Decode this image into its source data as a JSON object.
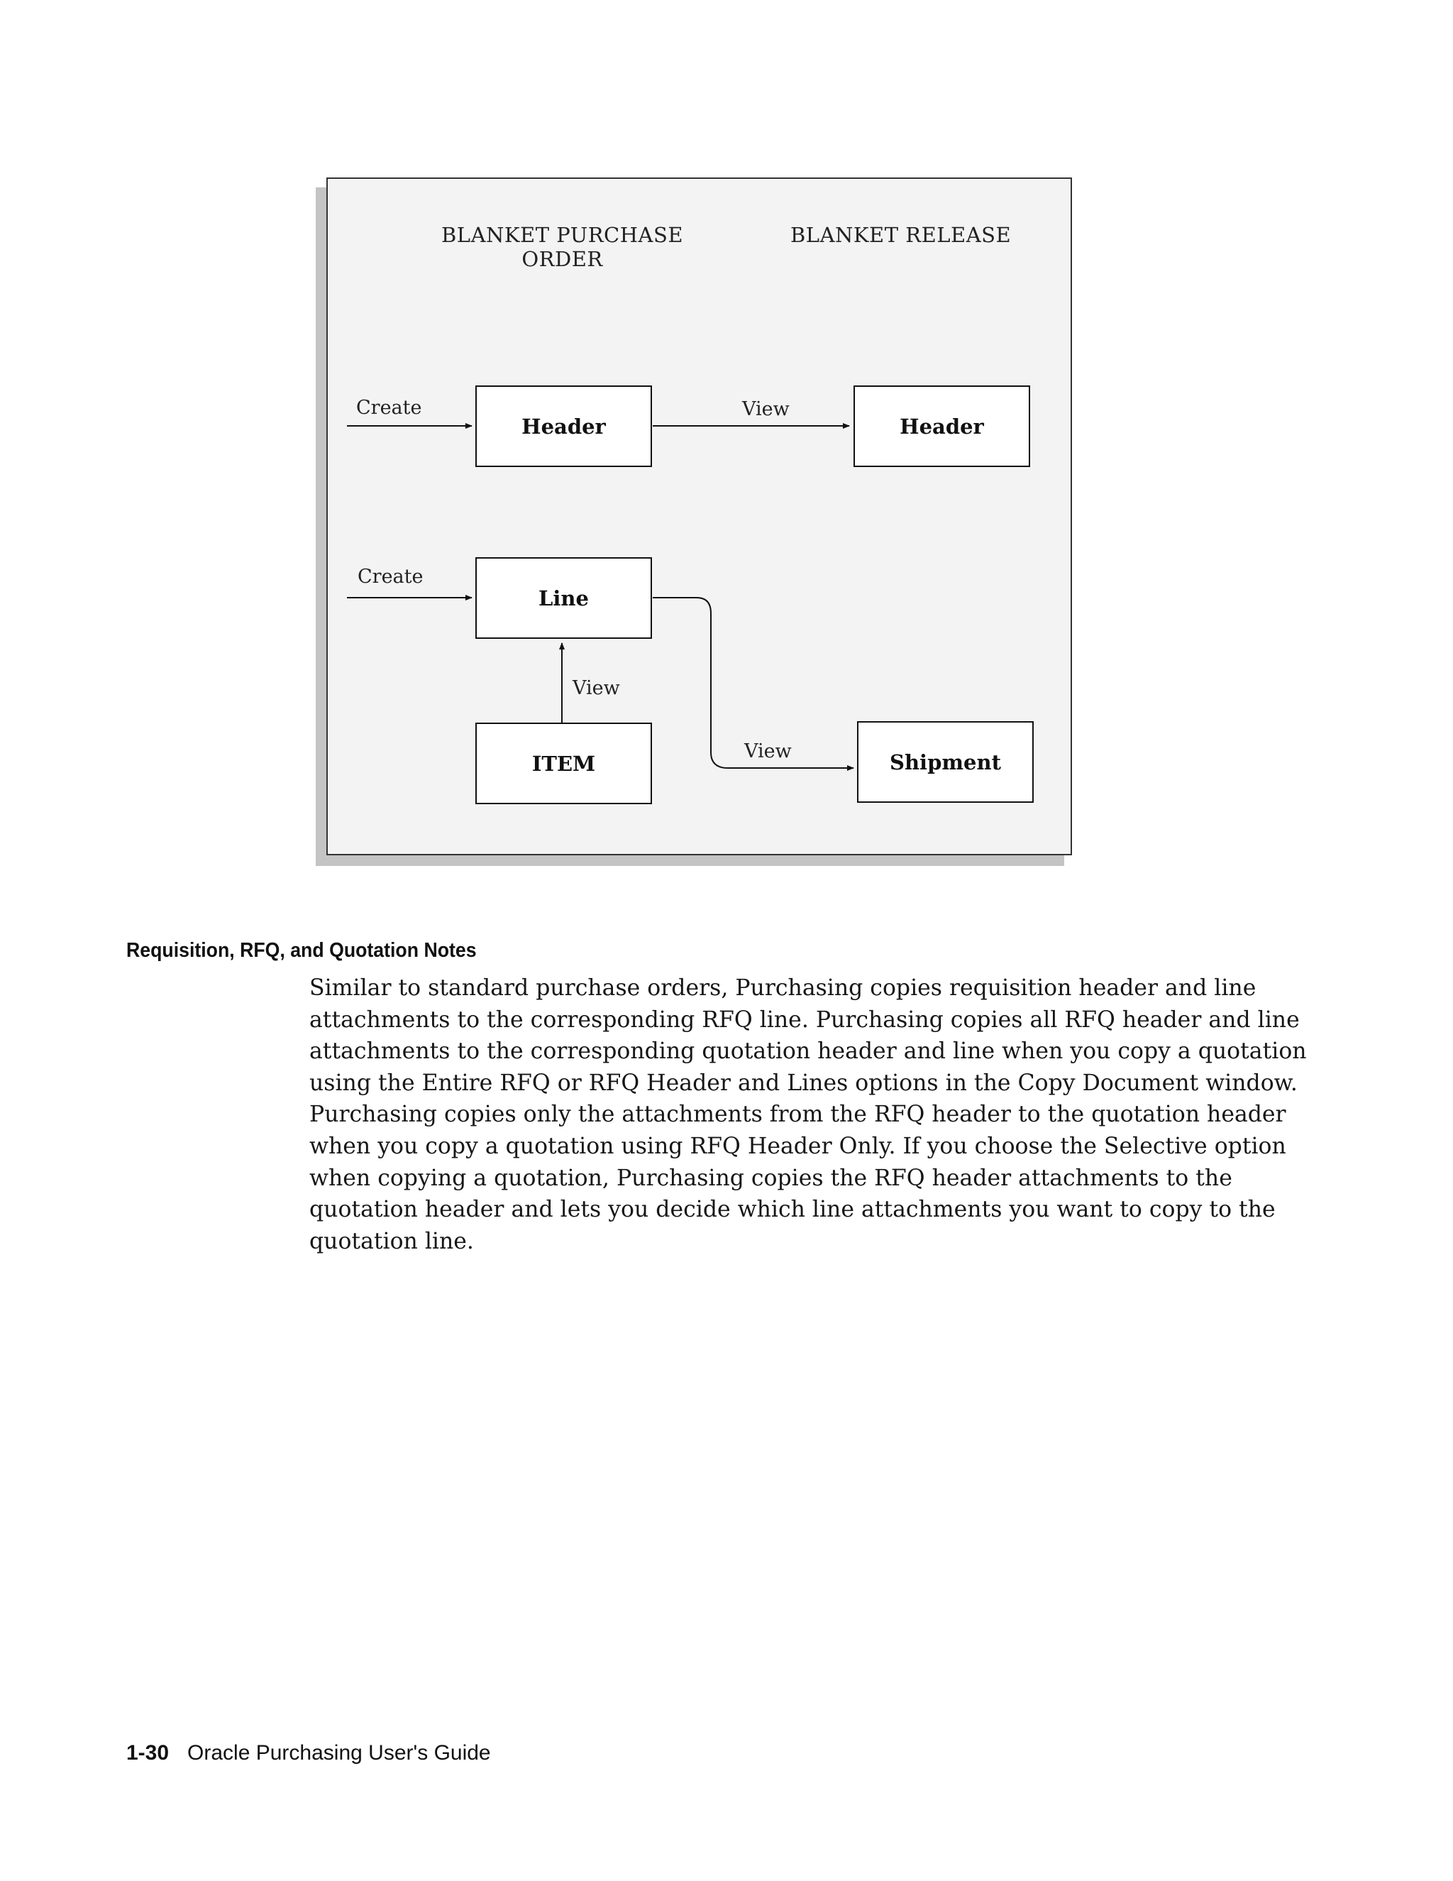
{
  "diagram": {
    "left_title": [
      "BLANKET PURCHASE",
      "ORDER"
    ],
    "right_title": "BLANKET RELEASE",
    "boxes": {
      "po_header": "Header",
      "release_header": "Header",
      "line": "Line",
      "item": "ITEM",
      "shipment": "Shipment"
    },
    "labels": {
      "create_header": "Create",
      "create_line": "Create",
      "view_header": "View",
      "view_item": "View",
      "view_shipment": "View"
    }
  },
  "section": {
    "heading": "Requisition, RFQ, and Quotation Notes",
    "paragraph_lines": [
      "Similar to standard purchase orders, Purchasing copies requisition header and line",
      "attachments to the corresponding RFQ line. Purchasing copies all RFQ header and line",
      "attachments to the corresponding quotation header and line when you copy a quotation",
      "using the Entire RFQ or RFQ Header and Lines options in the Copy Document window.",
      "Purchasing copies only the attachments from the RFQ header to the quotation header",
      "when you copy a quotation using RFQ Header Only. If you choose the Selective option",
      "when copying a quotation, Purchasing copies the RFQ header attachments to the",
      "quotation header and lets you decide which line attachments you want to copy to the",
      "quotation line."
    ]
  },
  "footer": {
    "page_number": "1-30",
    "book_title": "Oracle Purchasing User's Guide"
  }
}
